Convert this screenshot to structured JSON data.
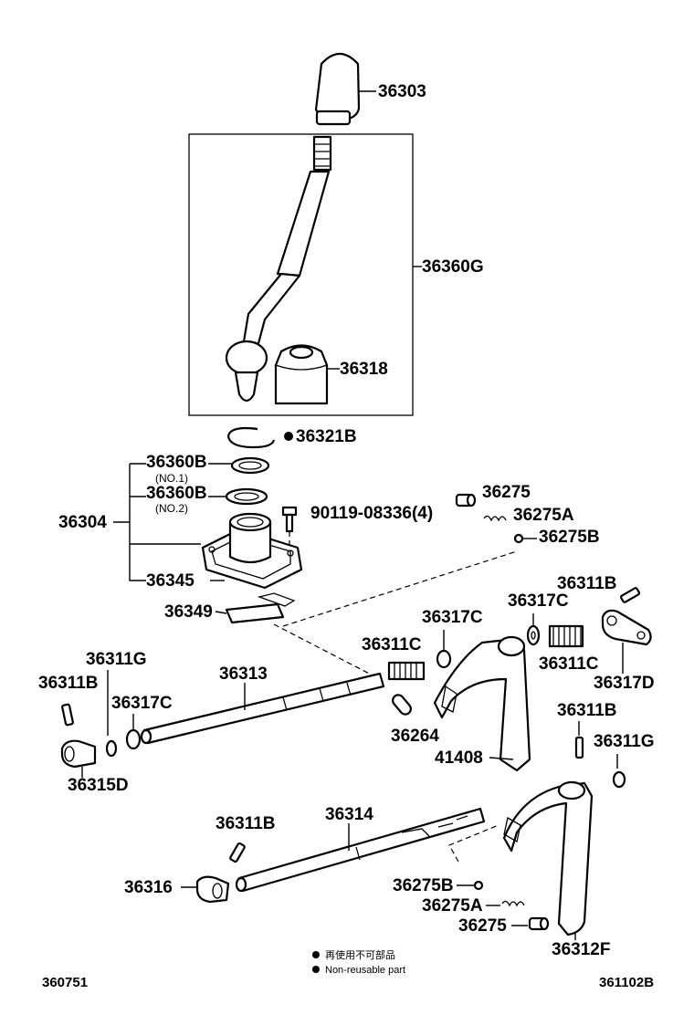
{
  "parts": {
    "p36303": "36303",
    "p36360G": "36360G",
    "p36318": "36318",
    "p36321B": "36321B",
    "p36360B_1": "36360B",
    "p36360B_1_note": "(NO.1)",
    "p36360B_2": "36360B",
    "p36360B_2_note": "(NO.2)",
    "p36304": "36304",
    "p36345": "36345",
    "p36349": "36349",
    "p90119": "90119-08336(4)",
    "p36275_top": "36275",
    "p36275A_top": "36275A",
    "p36275B_top": "36275B",
    "p36311B_right": "36311B",
    "p36317C_right": "36317C",
    "p36311C_right": "36311C",
    "p36317D": "36317D",
    "p36317C_mid": "36317C",
    "p36311C_mid": "36311C",
    "p36311G_left": "36311G",
    "p36311B_left": "36311B",
    "p36313": "36313",
    "p36317C_left": "36317C",
    "p36264": "36264",
    "p41408": "41408",
    "p36315D": "36315D",
    "p36311B_mid": "36311B",
    "p36311G_right": "36311G",
    "p36311B_low": "36311B",
    "p36314": "36314",
    "p36316": "36316",
    "p36275B_low": "36275B",
    "p36275A_low": "36275A",
    "p36275_low": "36275",
    "p36312F": "36312F"
  },
  "legend": {
    "jp": "再使用不可部品",
    "en": "Non-reusable part"
  },
  "refs": {
    "left": "360751",
    "right": "361102B"
  }
}
